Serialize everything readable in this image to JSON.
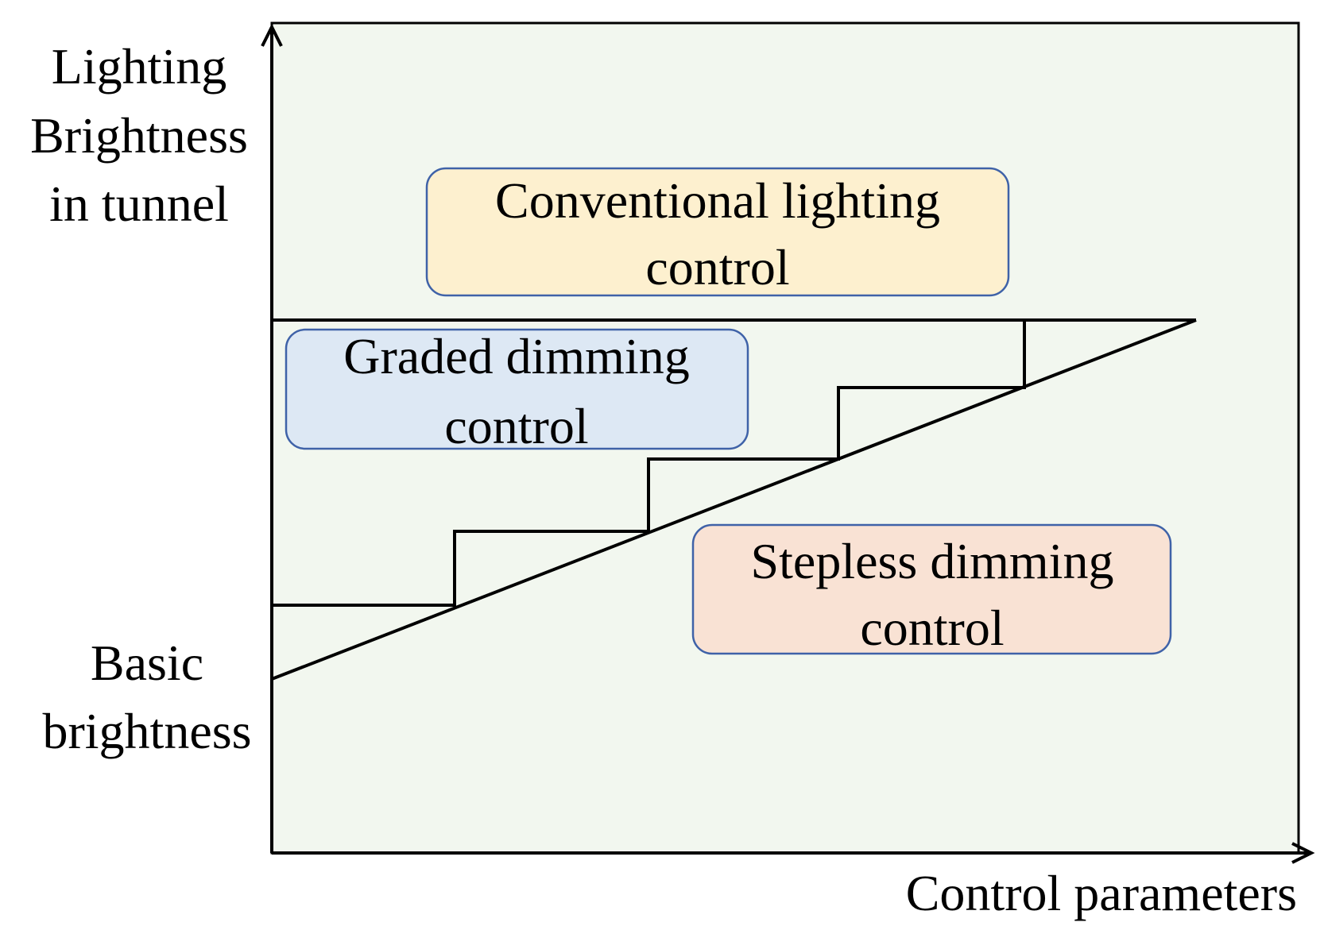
{
  "axes": {
    "y_label_lines": [
      "Lighting",
      "Brightness",
      "in tunnel"
    ],
    "y_base_label_lines": [
      "Basic",
      "brightness"
    ],
    "x_label": "Control parameters"
  },
  "boxes": {
    "conventional": {
      "lines": [
        "Conventional lighting",
        "control"
      ],
      "fill": "#fdf0cf",
      "stroke": "#3f62a8"
    },
    "graded": {
      "lines": [
        "Graded dimming",
        "control"
      ],
      "fill": "#dde8f4",
      "stroke": "#3f62a8"
    },
    "stepless": {
      "lines": [
        "Stepless dimming",
        "control"
      ],
      "fill": "#f9e2d4",
      "stroke": "#3f62a8"
    }
  },
  "colors": {
    "plot_background": "#f2f7ef",
    "line": "#000000"
  }
}
